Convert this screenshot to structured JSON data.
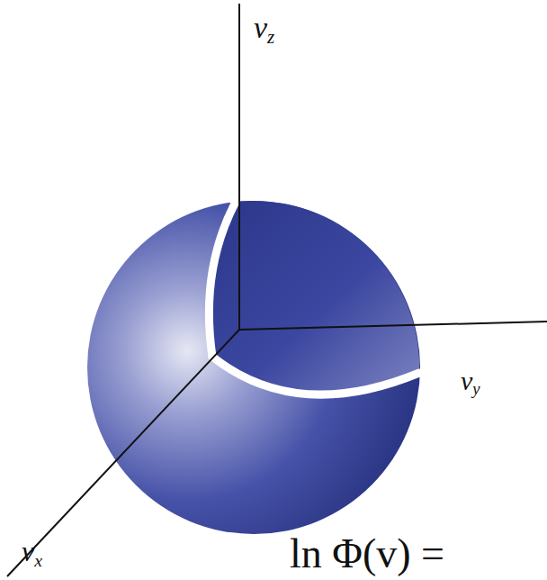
{
  "diagram": {
    "labels": [
      "vz",
      "vy",
      "vx",
      "ln Φ(v) ="
    ]
  }
}
